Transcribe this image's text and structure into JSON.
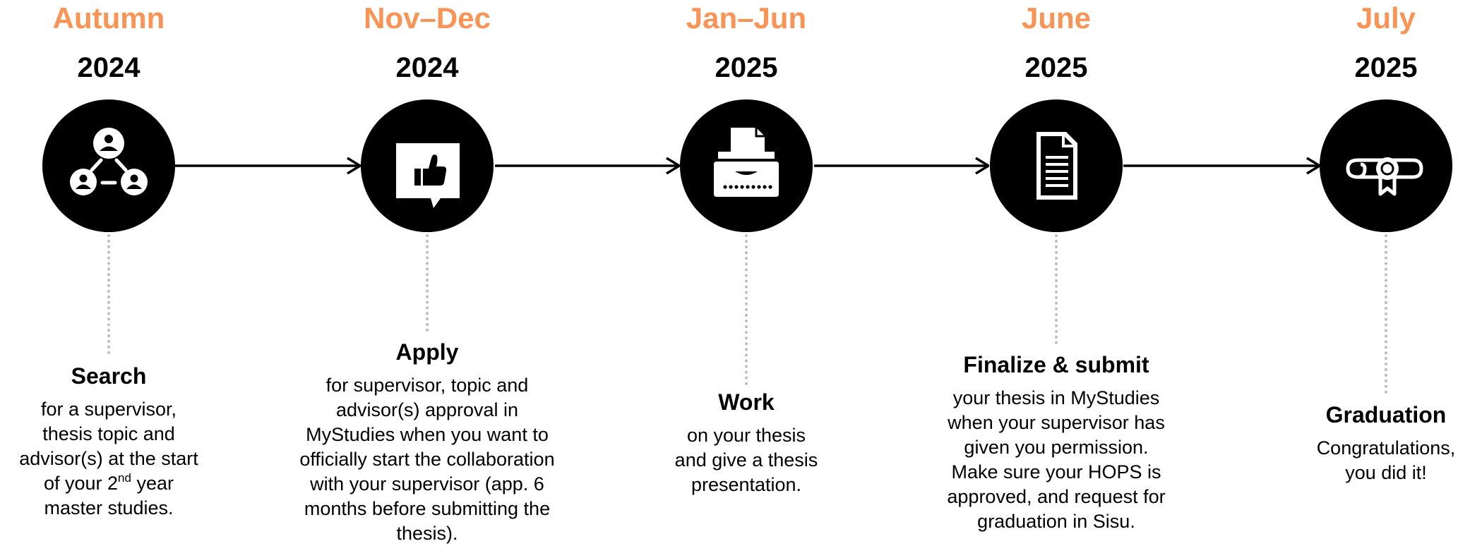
{
  "colors": {
    "accent": "#f79456",
    "node": "#000000",
    "connector": "#bdbdbd"
  },
  "steps": [
    {
      "period": "Autumn",
      "year": "2024",
      "icon": "people-network-icon",
      "title": "Search",
      "lines": [
        "for a supervisor,",
        "thesis topic and",
        "advisor(s) at the start"
      ],
      "sup_line": {
        "before": "of your 2",
        "sup": "nd",
        "after": " year"
      },
      "tail_lines": [
        "master studies."
      ]
    },
    {
      "period": "Nov–Dec",
      "year": "2024",
      "icon": "thumbs-up-speech-bubble-icon",
      "title": "Apply",
      "lines": [
        "for supervisor, topic and",
        "advisor(s) approval in",
        "MyStudies when you want to",
        "officially start the collaboration",
        "with your supervisor (app. 6",
        "months before submitting the",
        "thesis)."
      ]
    },
    {
      "period": "Jan–Jun",
      "year": "2025",
      "icon": "typewriter-icon",
      "title": "Work",
      "lines": [
        "on your thesis",
        "and give a thesis",
        "presentation."
      ]
    },
    {
      "period": "June",
      "year": "2025",
      "icon": "document-icon",
      "title": "Finalize & submit",
      "lines": [
        "your thesis in MyStudies",
        "when your supervisor has",
        "given you permission.",
        "Make sure your HOPS is",
        "approved, and request for",
        "graduation in Sisu."
      ]
    },
    {
      "period": "July",
      "year": "2025",
      "icon": "diploma-icon",
      "title": "Graduation",
      "lines": [
        "Congratulations,",
        "you did it!"
      ]
    }
  ]
}
